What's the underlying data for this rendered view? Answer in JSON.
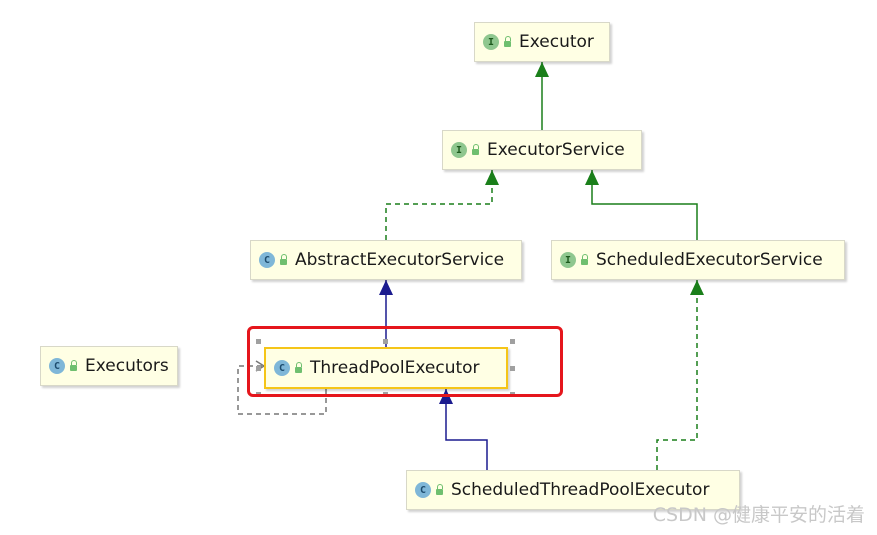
{
  "diagram": {
    "nodes": [
      {
        "id": "executor",
        "kind": "interface",
        "kind_letter": "I",
        "label": "Executor"
      },
      {
        "id": "executor-service",
        "kind": "interface",
        "kind_letter": "I",
        "label": "ExecutorService"
      },
      {
        "id": "abstract-executor-service",
        "kind": "class",
        "kind_letter": "C",
        "label": "AbstractExecutorService"
      },
      {
        "id": "scheduled-executor-service",
        "kind": "interface",
        "kind_letter": "I",
        "label": "ScheduledExecutorService"
      },
      {
        "id": "executors",
        "kind": "class",
        "kind_letter": "C",
        "label": "Executors"
      },
      {
        "id": "thread-pool-executor",
        "kind": "class",
        "kind_letter": "C",
        "label": "ThreadPoolExecutor",
        "selected": true
      },
      {
        "id": "scheduled-thread-pool-executor",
        "kind": "class",
        "kind_letter": "C",
        "label": "ScheduledThreadPoolExecutor"
      }
    ],
    "edges": [
      {
        "from": "executor-service",
        "to": "executor",
        "type": "extends-interface",
        "style": "solid",
        "color": "#1a7f1a"
      },
      {
        "from": "abstract-executor-service",
        "to": "executor-service",
        "type": "implements",
        "style": "dashed",
        "color": "#1a7f1a"
      },
      {
        "from": "scheduled-executor-service",
        "to": "executor-service",
        "type": "extends-interface",
        "style": "solid",
        "color": "#1a7f1a"
      },
      {
        "from": "thread-pool-executor",
        "to": "abstract-executor-service",
        "type": "extends",
        "style": "solid",
        "color": "#1b1b8f"
      },
      {
        "from": "scheduled-thread-pool-executor",
        "to": "thread-pool-executor",
        "type": "extends",
        "style": "solid",
        "color": "#1b1b8f"
      },
      {
        "from": "scheduled-thread-pool-executor",
        "to": "scheduled-executor-service",
        "type": "implements",
        "style": "dashed",
        "color": "#1a7f1a"
      },
      {
        "from": "thread-pool-executor",
        "to": "thread-pool-executor",
        "type": "self-reference",
        "style": "dashed",
        "color": "#777777"
      }
    ],
    "colors": {
      "node_fill": "#ffffe4",
      "interface_badge": "#8fc78f",
      "class_badge": "#7fb7d8",
      "highlight": "#e5161c",
      "selected_border": "#f5c518"
    }
  },
  "watermark": "CSDN @健康平安的活着"
}
